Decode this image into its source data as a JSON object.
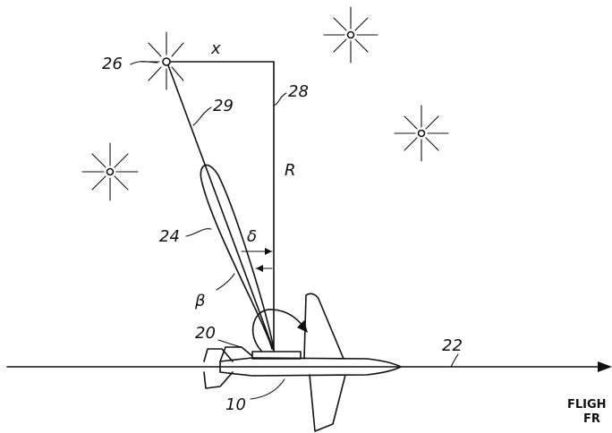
{
  "diagram": {
    "labels": {
      "star_main": "26",
      "offset_x": "x",
      "reference_line": "28",
      "sight_line": "29",
      "range": "R",
      "beam": "24",
      "angle_delta": "δ",
      "angle_beta": "β",
      "sensor": "20",
      "flight_path": "22",
      "aircraft": "10",
      "caption_line1": "FLIGH",
      "caption_line2": "FR"
    }
  }
}
